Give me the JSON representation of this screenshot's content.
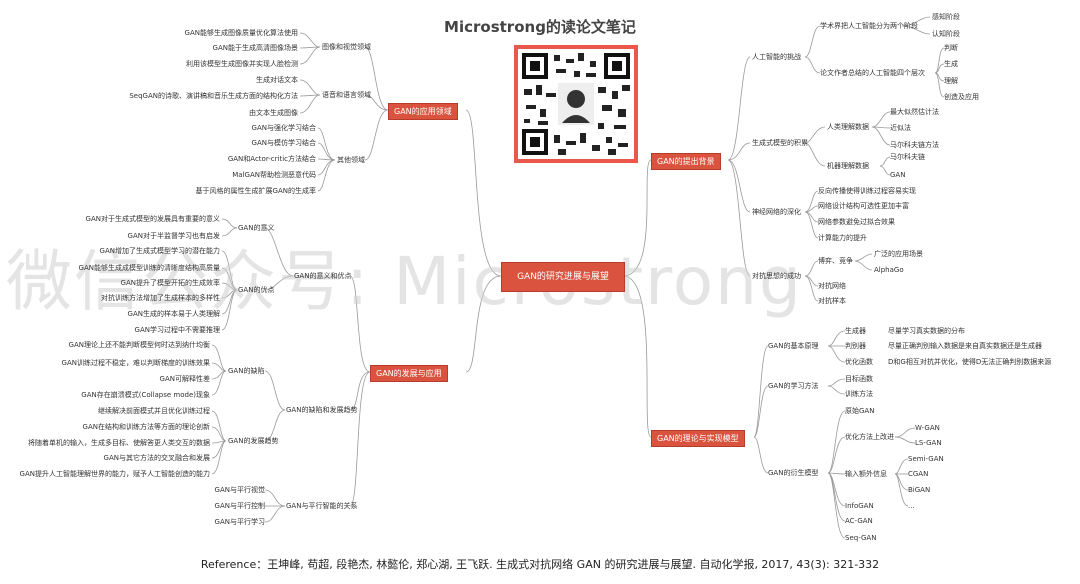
{
  "header": {
    "title": "Microstrong的读论文笔记"
  },
  "watermark": "微信公众号: Microstrong",
  "reference": "Reference：王坤峰, 苟超, 段艳杰, 林懿伦, 郑心湖, 王飞跃. 生成式对抗网络 GAN 的研究进展与展望. 自动化学报, 2017, 43(3): 321-332",
  "center": "GAN的研究进展与展望",
  "branches": {
    "right_top": "GAN的提出背景",
    "left_top": "GAN的应用领域",
    "left_mid": "GAN的发展与应用",
    "right_bottom": "GAN的理论与实现模型"
  },
  "nodes": {
    "r1": "人工智能的挑战",
    "r1a": "学术界把人工智能分为两个阶段",
    "r1a1": "感知阶段",
    "r1a2": "认知阶段",
    "r1b": "论文作者总结的人工智能四个层次",
    "r1b1": "判断",
    "r1b2": "生成",
    "r1b3": "理解",
    "r1b4": "创造及应用",
    "r2": "生成式模型的积累",
    "r2a": "人类理解数据",
    "r2a1": "最大似然估计法",
    "r2a2": "近似法",
    "r2a3": "马尔科夫链方法",
    "r2b": "机器理解数据",
    "r2b1": "马尔科夫链",
    "r2b2": "GAN",
    "r3": "神经网络的深化",
    "r3a": "反向传播使得训练过程容易实现",
    "r3b": "网络设计结构可选性更加丰富",
    "r3c": "网络参数避免过拟合效果",
    "r3d": "计算能力的提升",
    "r4": "对抗思想的成功",
    "r4a": "博弈、竞争",
    "r4a1": "广泛的应用场景",
    "r4a2": "AlphaGo",
    "r4b": "对抗网络",
    "r4c": "对抗样本",
    "b1": "GAN的基本原理",
    "b1a": "生成器",
    "b1a_d": "尽量学习真实数据的分布",
    "b1b": "判别器",
    "b1b_d": "尽量正确判别输入数据是来自真实数据还是生成器",
    "b1c": "优化函数",
    "b1c_d": "D和G相互对抗并优化，使得D无法正确判别数据来源",
    "b2": "GAN的学习方法",
    "b2a": "目标函数",
    "b2b": "训练方法",
    "b3": "GAN的衍生模型",
    "b3a": "原始GAN",
    "b3b": "优化方法上改进",
    "b3b1": "W-GAN",
    "b3b2": "LS-GAN",
    "b3c": "输入额外信息",
    "b3c1": "Semi-GAN",
    "b3c2": "CGAN",
    "b3c3": "BiGAN",
    "b3c4": "...",
    "b3d": "InfoGAN",
    "b3e": "AC-GAN",
    "b3f": "Seq-GAN",
    "l1": "图像和视觉领域",
    "l1a": "GAN能够生成图像质量优化算法使用",
    "l1b": "GAN能于生成高清图像场景",
    "l1c": "利用该模型生成图像并实现人脸检测",
    "l2": "语音和语言领域",
    "l2a": "生成对话文本",
    "l2b": "SeqGAN的诗歌、演讲稿和音乐生成方面的结构化方法",
    "l2c": "由文本生成图像",
    "l3": "其他领域",
    "l3a": "GAN与强化学习结合",
    "l3b": "GAN与模仿学习结合",
    "l3c": "GAN和Actor-critic方法结合",
    "l3d": "MalGAN帮助检测恶意代码",
    "l3e": "基于风格的属性生成扩展GAN的生成率",
    "m1": "GAN的意义和优点",
    "m1a": "GAN的意义",
    "m1a1": "GAN对于生成式模型的发展具有重要的意义",
    "m1a2": "GAN对于半监督学习也有启发",
    "m1b": "GAN的优点",
    "m1b1": "GAN增加了生成式模型学习的潜在能力",
    "m1b2": "GAN能够生成成模型训练的清晰度结构高质量",
    "m1b3": "GAN提升了模型开拓的生成效率",
    "m1b4": "对抗训练方法增加了生成样本的多样性",
    "m1b5": "GAN生成的样本易于人类理解",
    "m1b6": "GAN学习过程中不需要推理",
    "m2": "GAN的缺陷和发展趋势",
    "m2a": "GAN的缺陷",
    "m2a1": "GAN理论上还不能判断模型何时达到纳什均衡",
    "m2a2": "GAN训练过程不稳定，难以判断梯度的训练效果",
    "m2a3": "GAN可解释性差",
    "m2a4": "GAN存在崩溃模式(Collapse mode)现象",
    "m2b": "GAN的发展趋势",
    "m2b1": "继续解决前面模式并且优化训练过程",
    "m2b2": "GAN在结构和训练方法等方面的理论创新",
    "m2b3": "将随着单机的输入，生成多目标、使解答更人类交互的数据",
    "m2b4": "GAN与其它方法的交叉融合和发展",
    "m2b5": "GAN提升人工智能理解世界的能力，赋予人工智能创造的能力",
    "m3": "GAN与平行智能的关系",
    "m3a": "GAN与平行视觉",
    "m3b": "GAN与平行控制",
    "m3c": "GAN与平行学习"
  },
  "colors": {
    "accent": "#d9533f",
    "line": "#8a8a8a"
  }
}
